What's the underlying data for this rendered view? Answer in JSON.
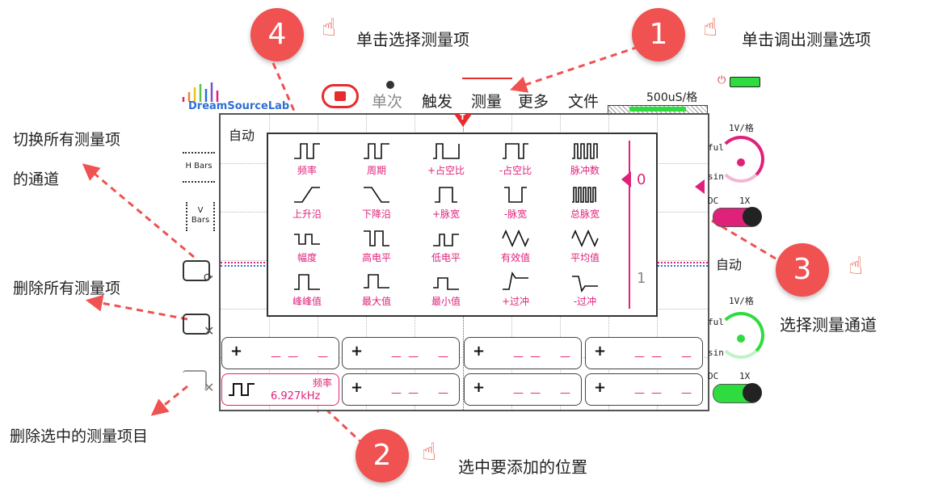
{
  "callouts": [
    {
      "num": "4",
      "text": "单击选择测量项"
    },
    {
      "num": "1",
      "text": "单击调出测量选项"
    },
    {
      "num": "3",
      "text": "选择测量通道"
    },
    {
      "num": "2",
      "text": "选中要添加的位置"
    }
  ],
  "left_annotations": {
    "switch_line1": "切换所有测量项",
    "switch_line2": "的通道",
    "delete_all": "删除所有测量项",
    "delete_selected": "删除选中的测量项目"
  },
  "app": {
    "logo": "DreamSourceLab",
    "menu": [
      "单次",
      "触发",
      "测量",
      "更多",
      "文件"
    ],
    "timebase": "500uS/格",
    "auto_label": "自动",
    "trigger_marker": "T"
  },
  "sidebar": {
    "hbars": "H Bars",
    "vbars_1": "V",
    "vbars_2": "Bars"
  },
  "measurements": [
    {
      "label": "频率",
      "icon": "square-wave-icon"
    },
    {
      "label": "周期",
      "icon": "period-wave-icon"
    },
    {
      "label": "+占空比",
      "icon": "pos-duty-icon"
    },
    {
      "label": "-占空比",
      "icon": "neg-duty-icon"
    },
    {
      "label": "脉冲数",
      "icon": "pulse-count-icon"
    },
    {
      "label": "上升沿",
      "icon": "rise-edge-icon"
    },
    {
      "label": "下降沿",
      "icon": "fall-edge-icon"
    },
    {
      "label": "+脉宽",
      "icon": "pos-width-icon"
    },
    {
      "label": "-脉宽",
      "icon": "neg-width-icon"
    },
    {
      "label": "总脉宽",
      "icon": "burst-width-icon"
    },
    {
      "label": "幅度",
      "icon": "amplitude-icon"
    },
    {
      "label": "高电平",
      "icon": "high-level-icon"
    },
    {
      "label": "低电平",
      "icon": "low-level-icon"
    },
    {
      "label": "有效值",
      "icon": "rms-icon"
    },
    {
      "label": "平均值",
      "icon": "mean-icon"
    },
    {
      "label": "峰峰值",
      "icon": "peak-peak-icon"
    },
    {
      "label": "最大值",
      "icon": "max-icon"
    },
    {
      "label": "最小值",
      "icon": "min-icon"
    },
    {
      "label": "+过冲",
      "icon": "pos-overshoot-icon"
    },
    {
      "label": "-过冲",
      "icon": "neg-overshoot-icon"
    }
  ],
  "channels": {
    "ch0": "0",
    "ch1": "1"
  },
  "slot_selected": {
    "name": "频率",
    "value": "6.927kHz"
  },
  "right_panel": {
    "ch0_scale": "1V/格",
    "ch0_ful": "ful",
    "ch0_sin": "sin",
    "ch0_dc": "DC",
    "ch0_1x": "1X",
    "auto": "自动",
    "ch1_scale": "1V/格",
    "ch1_ful": "ful",
    "ch1_sin": "sin",
    "ch1_dc": "DC",
    "ch1_1x": "1X"
  },
  "colors": {
    "accent": "#f05151",
    "magenta": "#e0217a",
    "green": "#2fdc3f",
    "blue": "#2f6fd6"
  }
}
